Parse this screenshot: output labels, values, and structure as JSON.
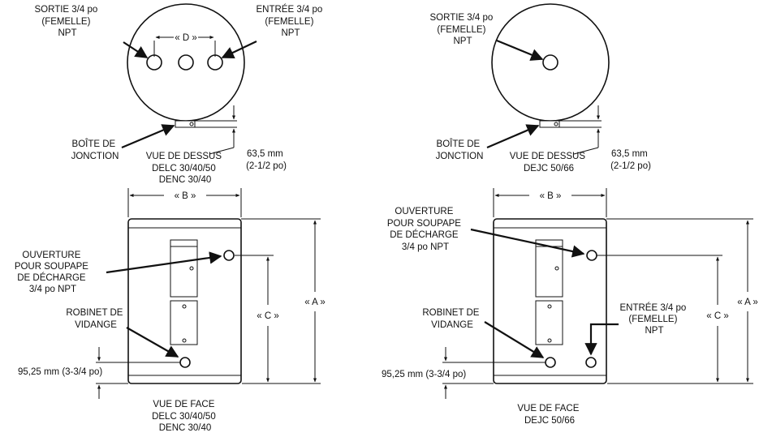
{
  "left": {
    "top_view": {
      "outlet": [
        "SORTIE 3/4 po",
        "(FEMELLE)",
        "NPT"
      ],
      "inlet": [
        "ENTRÉE 3/4 po",
        "(FEMELLE)",
        "NPT"
      ],
      "dim_d": "« D »",
      "junction_box": [
        "BOÎTE DE",
        "JONCTION"
      ],
      "title": [
        "VUE DE DESSUS",
        "DELC 30/40/50",
        "DENC 30/40"
      ],
      "offset": [
        "63,5 mm",
        "(2-1/2 po)"
      ]
    },
    "front_view": {
      "dim_b": "« B »",
      "relief_valve": [
        "OUVERTURE",
        "POUR SOUPAPE",
        "DE DÉCHARGE",
        "3/4 po NPT"
      ],
      "drain_valve": [
        "ROBINET DE",
        "VIDANGE"
      ],
      "dim_c": "« C »",
      "dim_a": "« A »",
      "drain_height": "95,25 mm (3-3/4 po)",
      "title": [
        "VUE DE FACE",
        "DELC 30/40/50",
        "DENC 30/40"
      ]
    }
  },
  "right": {
    "top_view": {
      "outlet": [
        "SORTIE 3/4 po",
        "(FEMELLE)",
        "NPT"
      ],
      "junction_box": [
        "BOÎTE DE",
        "JONCTION"
      ],
      "title": [
        "VUE DE DESSUS",
        "DEJC 50/66"
      ],
      "offset": [
        "63,5 mm",
        "(2-1/2 po)"
      ]
    },
    "front_view": {
      "dim_b": "« B »",
      "relief_valve": [
        "OUVERTURE",
        "POUR SOUPAPE",
        "DE DÉCHARGE",
        "3/4 po NPT"
      ],
      "drain_valve": [
        "ROBINET DE",
        "VIDANGE"
      ],
      "inlet": [
        "ENTRÉE 3/4 po",
        "(FEMELLE)",
        "NPT"
      ],
      "dim_c": "« C »",
      "dim_a": "« A »",
      "drain_height": "95,25 mm (3-3/4 po)",
      "title": [
        "VUE DE FACE",
        "DEJC 50/66"
      ]
    }
  }
}
